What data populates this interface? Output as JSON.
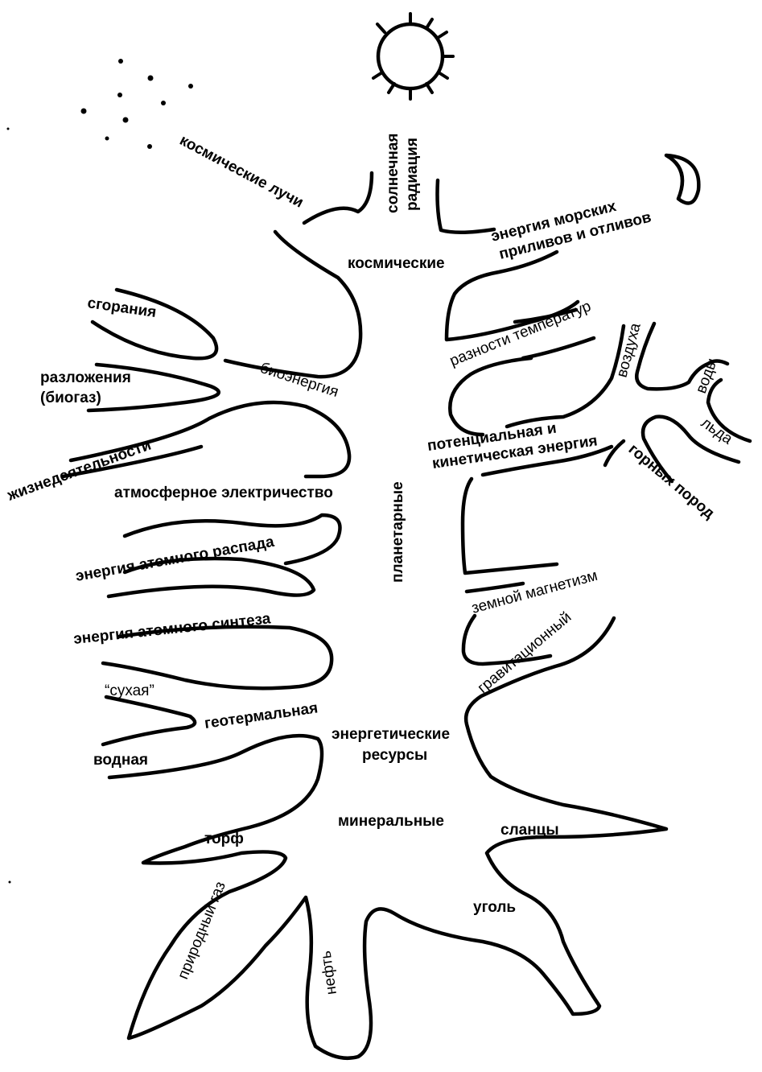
{
  "labels": {
    "cosmic_rays": "космические лучи",
    "solar_radiation_1": "солнечная",
    "solar_radiation_2": "радиация",
    "tides_1": "энергия морских",
    "tides_2": "приливов и отливов",
    "cosmic": "космические",
    "combustion": "сгорания",
    "temp_difference": "разности температур",
    "air": "воздуха",
    "water": "воды",
    "ice": "льда",
    "decomposition_1": "разложения",
    "decomposition_2": "(биогаз)",
    "bioenergy": "биоэнергия",
    "potential_kinetic_1": "потенциальная и",
    "potential_kinetic_2": "кинетическая энергия",
    "rocks": "горных пород",
    "vital_activity": "жизнедеятельности",
    "atmospheric_electricity": "атмосферное электричество",
    "planetary": "планетарные",
    "atomic_decay": "энергия атомного распада",
    "earth_magnetism": "земной магнетизм",
    "atomic_synthesis": "энергия атомного синтеза",
    "gravitational": "гравитационный",
    "dry": "“сухая”",
    "geothermal": "геотермальная",
    "energy_resources_1": "энергетические",
    "energy_resources_2": "ресурсы",
    "aqueous": "водная",
    "mineral": "минеральные",
    "peat": "торф",
    "shale": "сланцы",
    "natural_gas": "природный газ",
    "coal": "уголь",
    "oil": "нефть"
  }
}
